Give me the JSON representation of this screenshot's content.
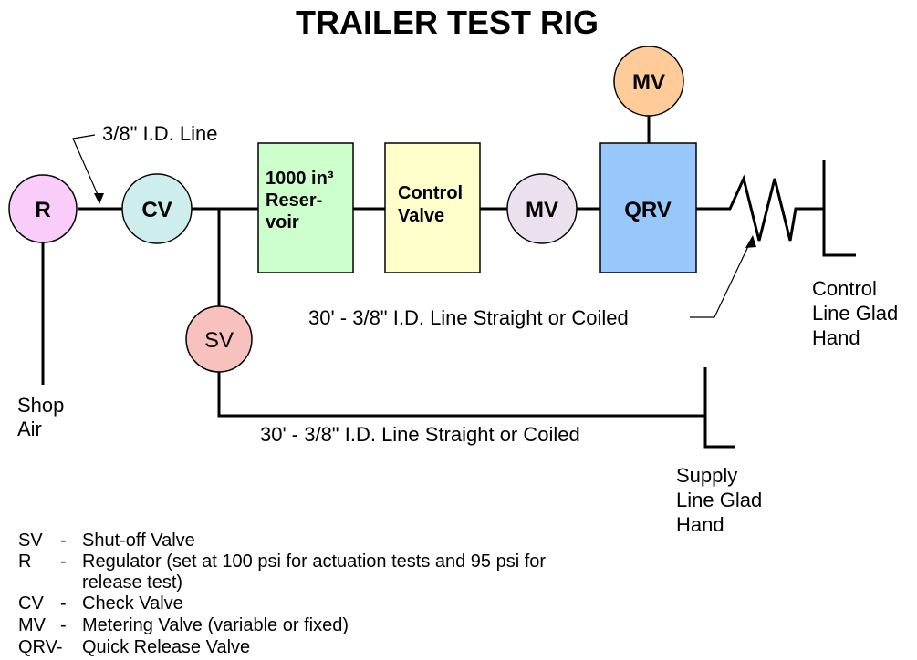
{
  "title": "TRAILER TEST RIG",
  "colors": {
    "regulator": "#f9ccf9",
    "check_valve": "#cdeeed",
    "reservoir": "#ccffcc",
    "control_valve": "#ffffcc",
    "metering_valve": "#eae0ee",
    "qrv": "#98c7fb",
    "top_metering_valve": "#ffcc99",
    "shutoff_valve": "#f7c1bd"
  },
  "components": {
    "r": "R",
    "cv": "CV",
    "reservoir_line1": "1000 in³",
    "reservoir_line2": "Reser-",
    "reservoir_line3": "voir",
    "control_valve_line1": "Control",
    "control_valve_line2": "Valve",
    "mv": "MV",
    "qrv": "QRV",
    "top_mv": "MV",
    "sv": "SV"
  },
  "labels": {
    "id_line": "3/8\" I.D. Line",
    "control_line_spec": "30' - 3/8\" I.D. Line Straight or Coiled",
    "supply_line_spec": "30' - 3/8\" I.D. Line Straight or Coiled",
    "shop_air_line1": "Shop",
    "shop_air_line2": "Air",
    "control_glad_line1": "Control",
    "control_glad_line2": "Line Glad",
    "control_glad_line3": "Hand",
    "supply_glad_line1": "Supply",
    "supply_glad_line2": "Line Glad",
    "supply_glad_line3": "Hand"
  },
  "legend": [
    {
      "abbr": "SV",
      "sep": "-",
      "desc": "Shut-off Valve"
    },
    {
      "abbr": "R",
      "sep": "-",
      "desc": "Regulator (set at 100 psi for actuation tests and 95 psi for"
    },
    {
      "abbr": "",
      "sep": "",
      "desc": "release test)"
    },
    {
      "abbr": "CV",
      "sep": "-",
      "desc": "Check Valve"
    },
    {
      "abbr": "MV",
      "sep": "-",
      "desc": "Metering Valve (variable or fixed)"
    },
    {
      "abbr": "QRV-",
      "sep": "",
      "desc": "Quick Release Valve"
    }
  ]
}
